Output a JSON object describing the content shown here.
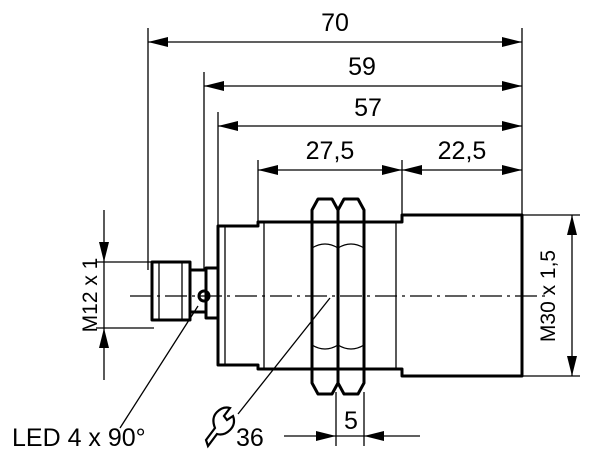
{
  "dimensions": {
    "overall_length": "70",
    "length_59": "59",
    "length_57": "57",
    "thread_length": "27,5",
    "body_length": "22,5",
    "connector_thread": "M12 x 1",
    "housing_thread": "M30 x 1,5",
    "nut_thickness": "5"
  },
  "annotations": {
    "led": "LED 4 x 90°",
    "wrench_size": "36",
    "wrench_icon": "wrench-icon"
  }
}
